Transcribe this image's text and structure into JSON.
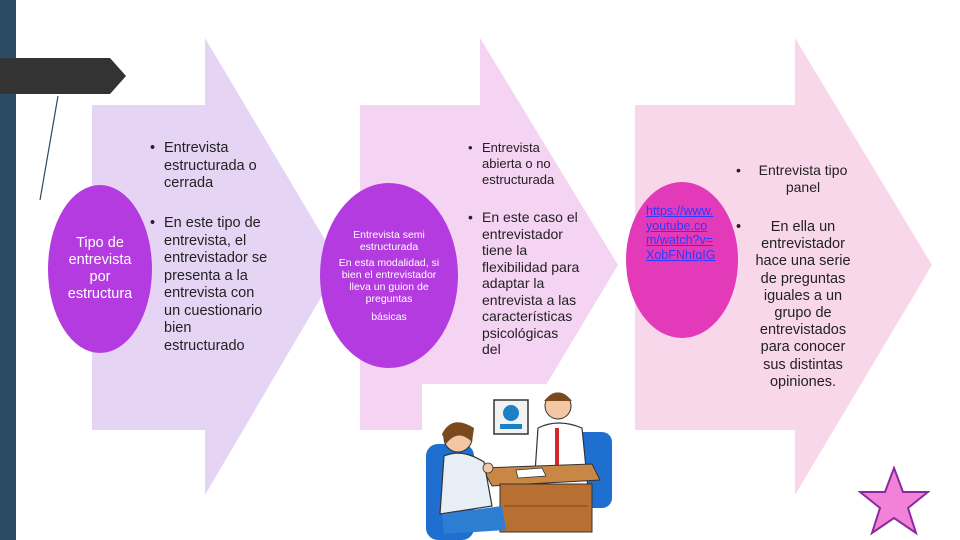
{
  "ellipse_left": {
    "label": "Tipo de entrevista por estructura"
  },
  "column1": {
    "heading": "Entrevista estructurada o cerrada",
    "body": "En este tipo de entrevista, el entrevistador se presenta a la entrevista con un cuestionario bien estructurado"
  },
  "ellipse_mid": {
    "title": "Entrevista semi estructurada",
    "body": "En esta modalidad, si bien el entrevistador lleva un guion de preguntas",
    "extra": "básicas"
  },
  "column2": {
    "heading": "Entrevista abierta o no estructurada",
    "body": "En este caso el entrevistador tiene la flexibilidad para adaptar la entrevista a las características psicológicas del"
  },
  "ellipse_right": {
    "link": "https://www.youtube.com/watch?v=XobFNhIqIG"
  },
  "column3": {
    "heading": "Entrevista tipo panel",
    "body": "En ella un entrevistador hace una serie de preguntas iguales a un grupo de entrevistados para conocer sus distintas opiniones."
  },
  "icons": {
    "clipart": "interview-clipart-icon",
    "star": "star-icon",
    "bullet": "bullet-dot-icon"
  },
  "colors": {
    "arrow1": "#e6d4f5",
    "arrow2": "#f5d3f3",
    "arrow3": "#f9d7ea",
    "ellipse_purple": "#b43be0",
    "ellipse_pink": "#e23ab8",
    "left_bar": "#2b4a63",
    "dark_tab": "#333333",
    "star": "#f282d8"
  }
}
